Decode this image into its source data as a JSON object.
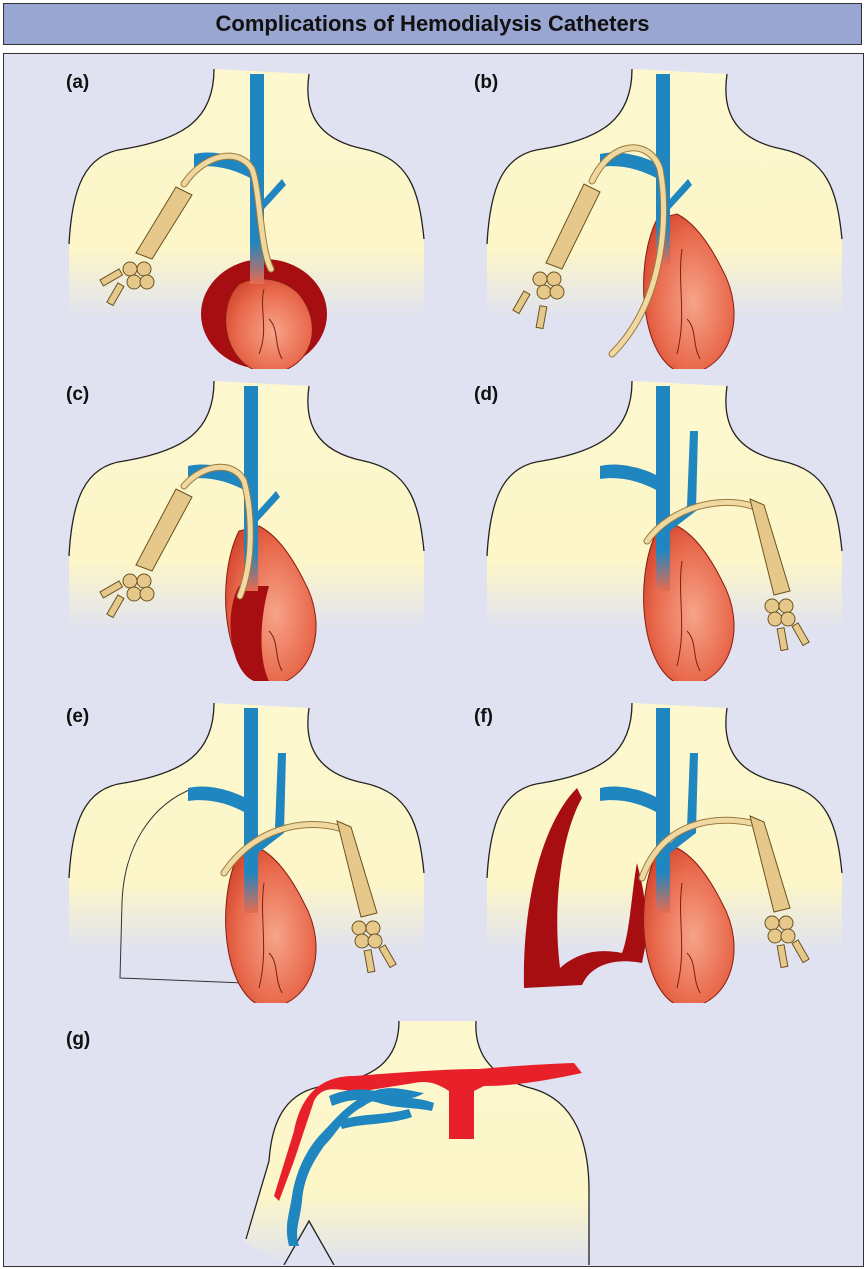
{
  "title": "Complications of Hemodialysis Catheters",
  "panels": [
    {
      "label": "(a)"
    },
    {
      "label": "(b)"
    },
    {
      "label": "(c)"
    },
    {
      "label": "(d)"
    },
    {
      "label": "(e)"
    },
    {
      "label": "(f)"
    },
    {
      "label": "(g)"
    }
  ],
  "colors": {
    "header": "#9aa6d2",
    "background": "#e0e2f1",
    "skin": "#fdf8cf",
    "vein": "#1f86c0",
    "heart": "#e0533a",
    "blood": "#a60e12",
    "catheter": "#f0d9a0"
  }
}
